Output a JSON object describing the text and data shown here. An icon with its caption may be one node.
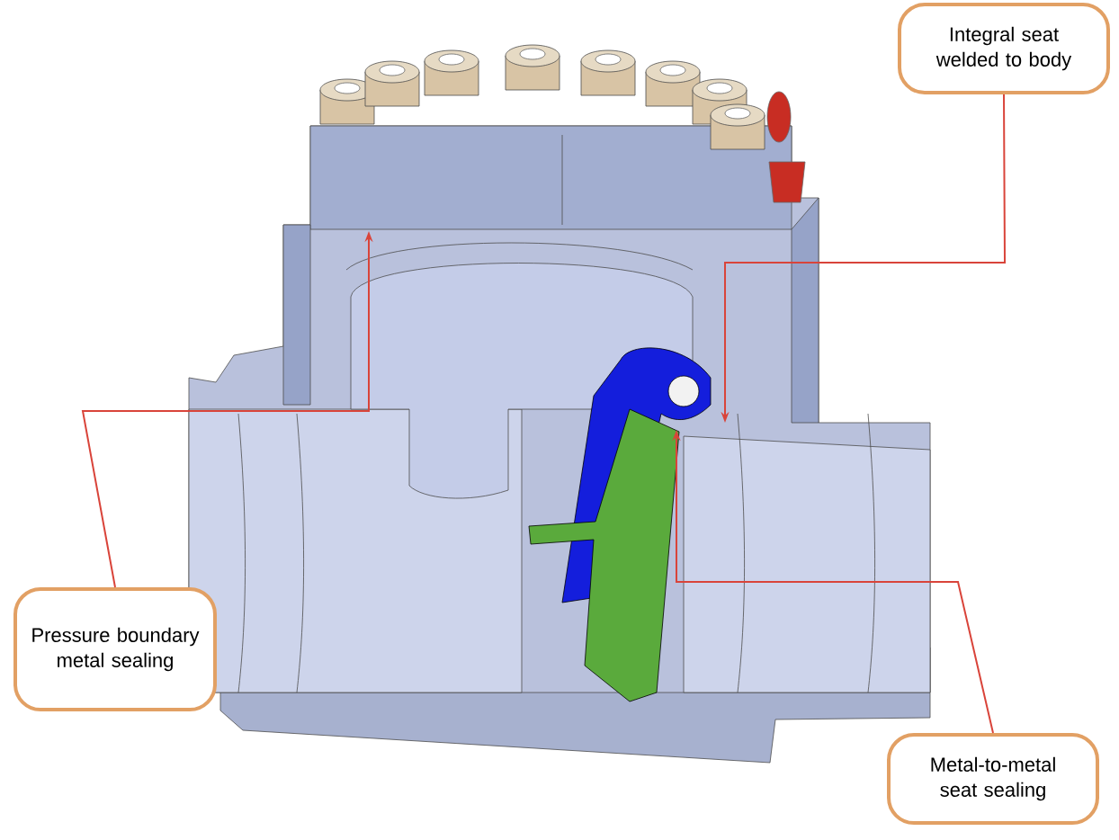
{
  "diagram": {
    "nodes": [
      {
        "text": [
          "Integral seat welded to body"
        ]
      },
      {
        "text": [
          "Pressure boundary metal sealing"
        ]
      },
      {
        "text": [
          "Metal-to-metal seat sealing"
        ]
      }
    ],
    "edges": [
      {
        "from": 0,
        "to": null,
        "arrow": "to"
      },
      {
        "from": 1,
        "to": null,
        "arrow": "to"
      },
      {
        "from": 2,
        "to": null,
        "arrow": "to"
      }
    ]
  }
}
